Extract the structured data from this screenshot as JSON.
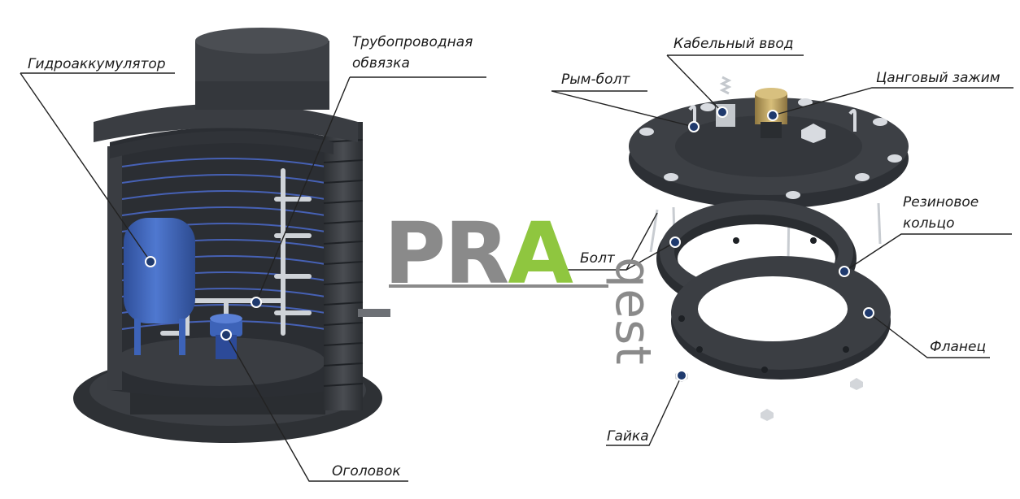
{
  "labels": {
    "accumulator": "Гидроаккумулятор",
    "pipe_line1": "Трубопроводная",
    "pipe_line2": "обвязка",
    "wellhead": "Оголовок",
    "cable_entry": "Кабельный ввод",
    "eyebolt": "Рым-болт",
    "collet": "Цанговый зажим",
    "rubber_ring": "Резиновое кольцо",
    "bolt": "Болт",
    "flange": "Фланец",
    "nut": "Гайка"
  },
  "watermark": {
    "letters_grey": "PR",
    "letter_green": "A",
    "suffix": "qest"
  },
  "colors": {
    "body": "#3a3d42",
    "body_dark": "#23262a",
    "tank": "#3d63b8",
    "pump": "#3d63b8",
    "brass": "#b59a58",
    "metal": "#d3d6da",
    "water_line": "#4a67c4",
    "watermark_grey": "#8a8a8a",
    "watermark_green": "#8fc63f",
    "callout_line": "#222222",
    "dot_fill": "#1f3a6e"
  }
}
